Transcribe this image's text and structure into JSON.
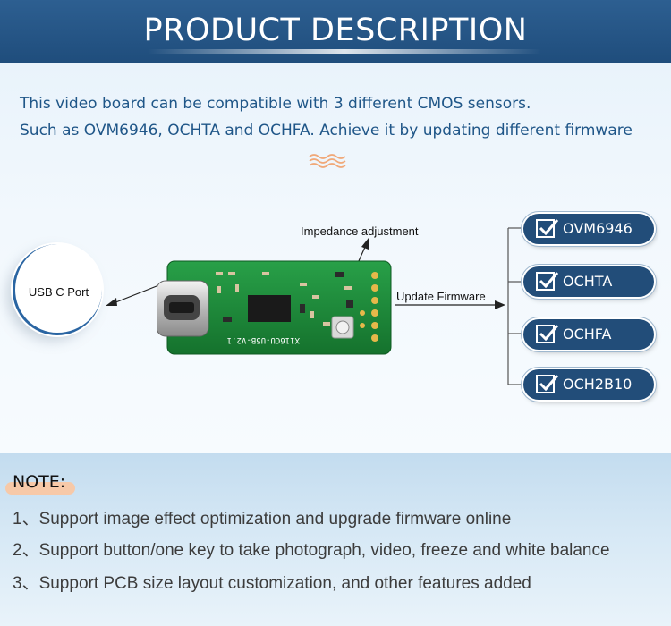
{
  "header": {
    "title": "PRODUCT DESCRIPTION"
  },
  "intro": {
    "line1": "This video board can be compatible with 3 different CMOS sensors.",
    "line2": "Such as OVM6946, OCHTA and OCHFA. Achieve it by updating different firmware"
  },
  "diagram": {
    "usb_port_label": "USB C Port",
    "impedance_label": "Impedance adjustment",
    "update_firmware_label": "Update Firmware",
    "board_silkscreen": "X116CU-U5B-V2.1",
    "sensors": [
      "OVM6946",
      "OCHTA",
      "OCHFA",
      "OCH2B10"
    ]
  },
  "note": {
    "title": "NOTE:",
    "items": [
      "1、Support image effect optimization and upgrade firmware online",
      "2、Support button/one key to take photograph, video, freeze and white balance",
      "3、Support PCB size layout customization, and other features added"
    ]
  },
  "colors": {
    "header_blue": "#244f80",
    "intro_text": "#1f5688",
    "sensor_pill": "#224d79",
    "pcb_green": "#1e8a3a",
    "note_highlight": "#f7c9a8"
  },
  "icons": [
    "check-icon",
    "wave-divider-icon",
    "arrow-icon"
  ]
}
